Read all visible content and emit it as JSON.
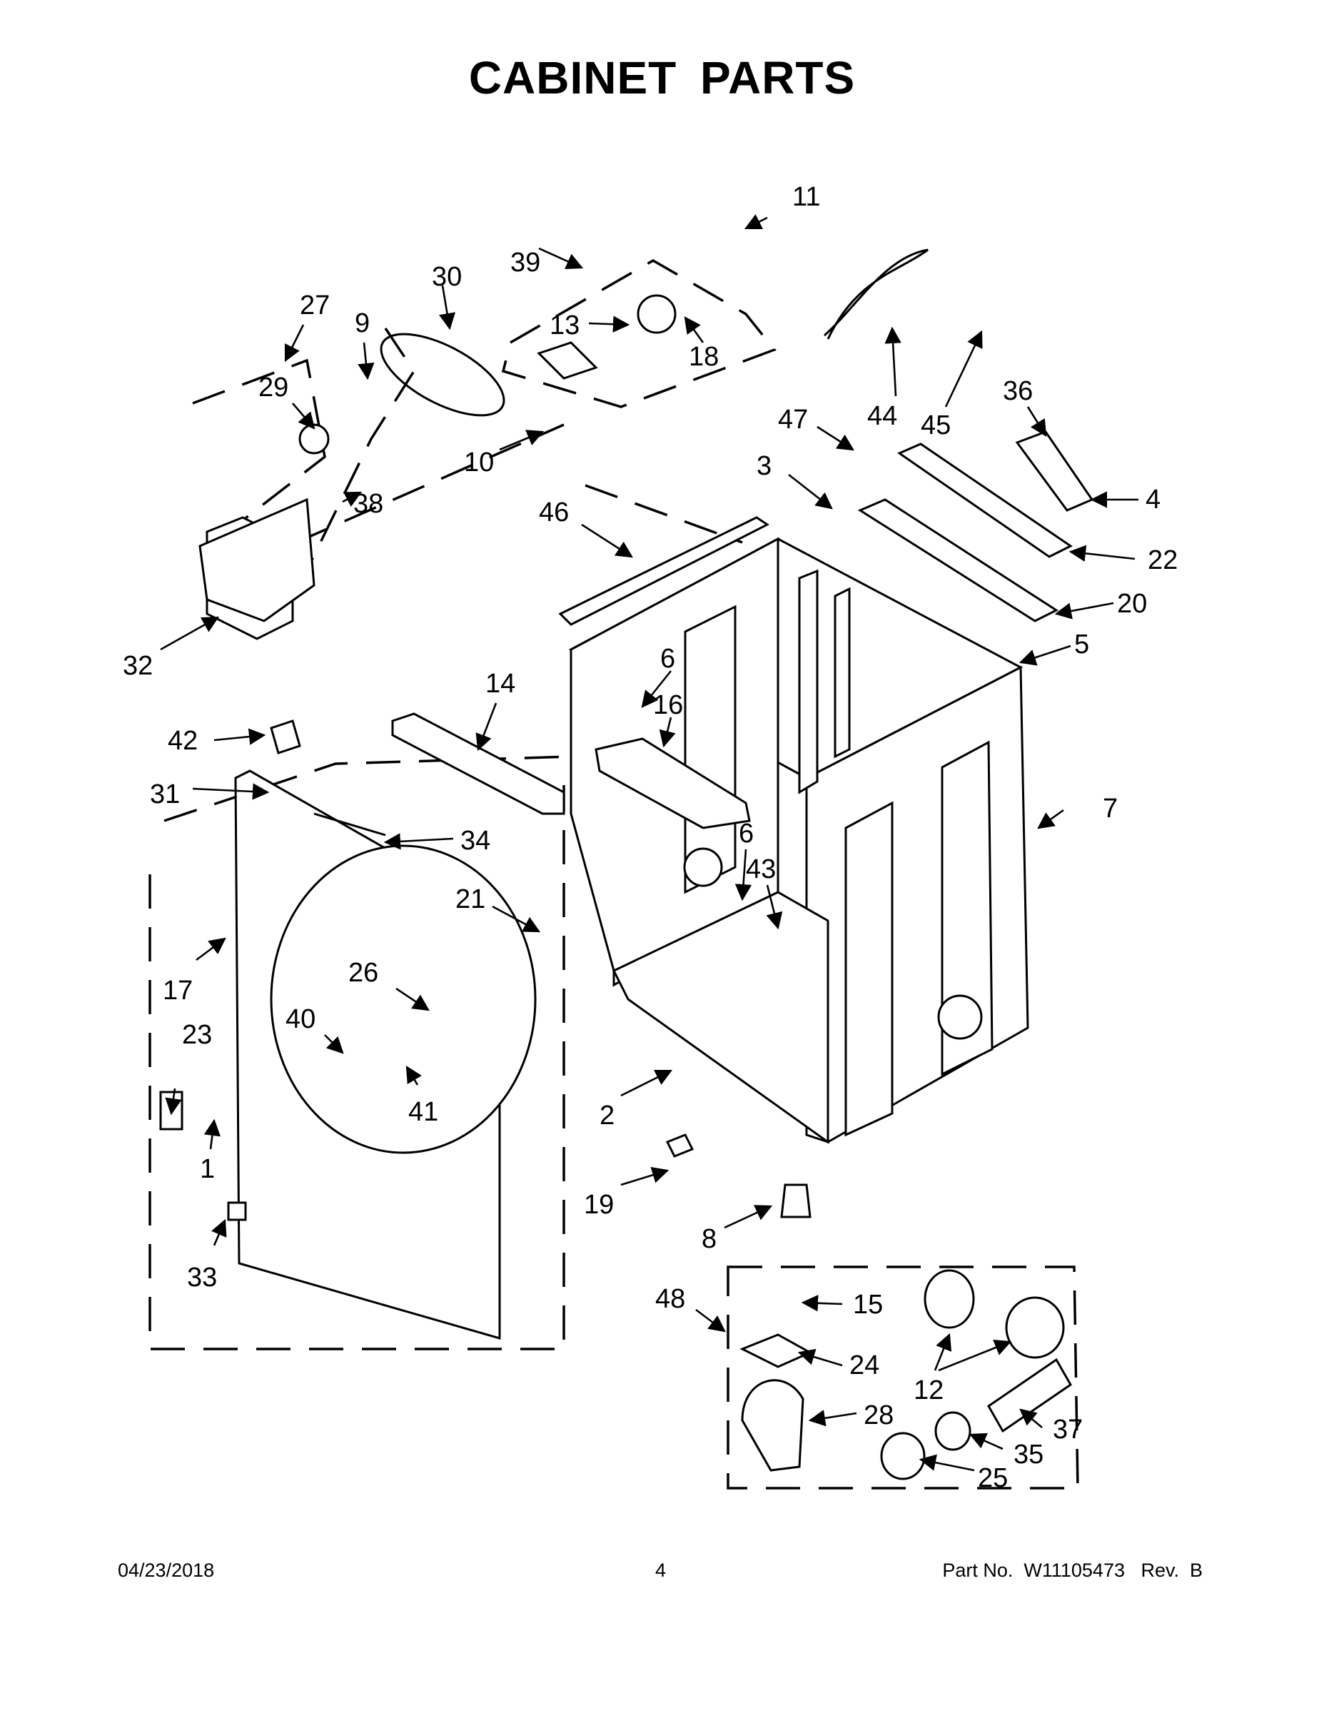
{
  "title": "CABINET PARTS",
  "footer": {
    "date": "04/23/2018",
    "page": "4",
    "part_no": "Part No.  W11105473   Rev.  B"
  },
  "callouts": [
    "1",
    "2",
    "3",
    "4",
    "5",
    "6",
    "6",
    "7",
    "8",
    "9",
    "10",
    "11",
    "12",
    "13",
    "14",
    "15",
    "16",
    "17",
    "18",
    "19",
    "20",
    "21",
    "22",
    "23",
    "24",
    "25",
    "26",
    "27",
    "28",
    "29",
    "30",
    "31",
    "32",
    "33",
    "34",
    "35",
    "36",
    "37",
    "38",
    "39",
    "40",
    "41",
    "42",
    "43",
    "44",
    "45",
    "46",
    "47",
    "48"
  ]
}
